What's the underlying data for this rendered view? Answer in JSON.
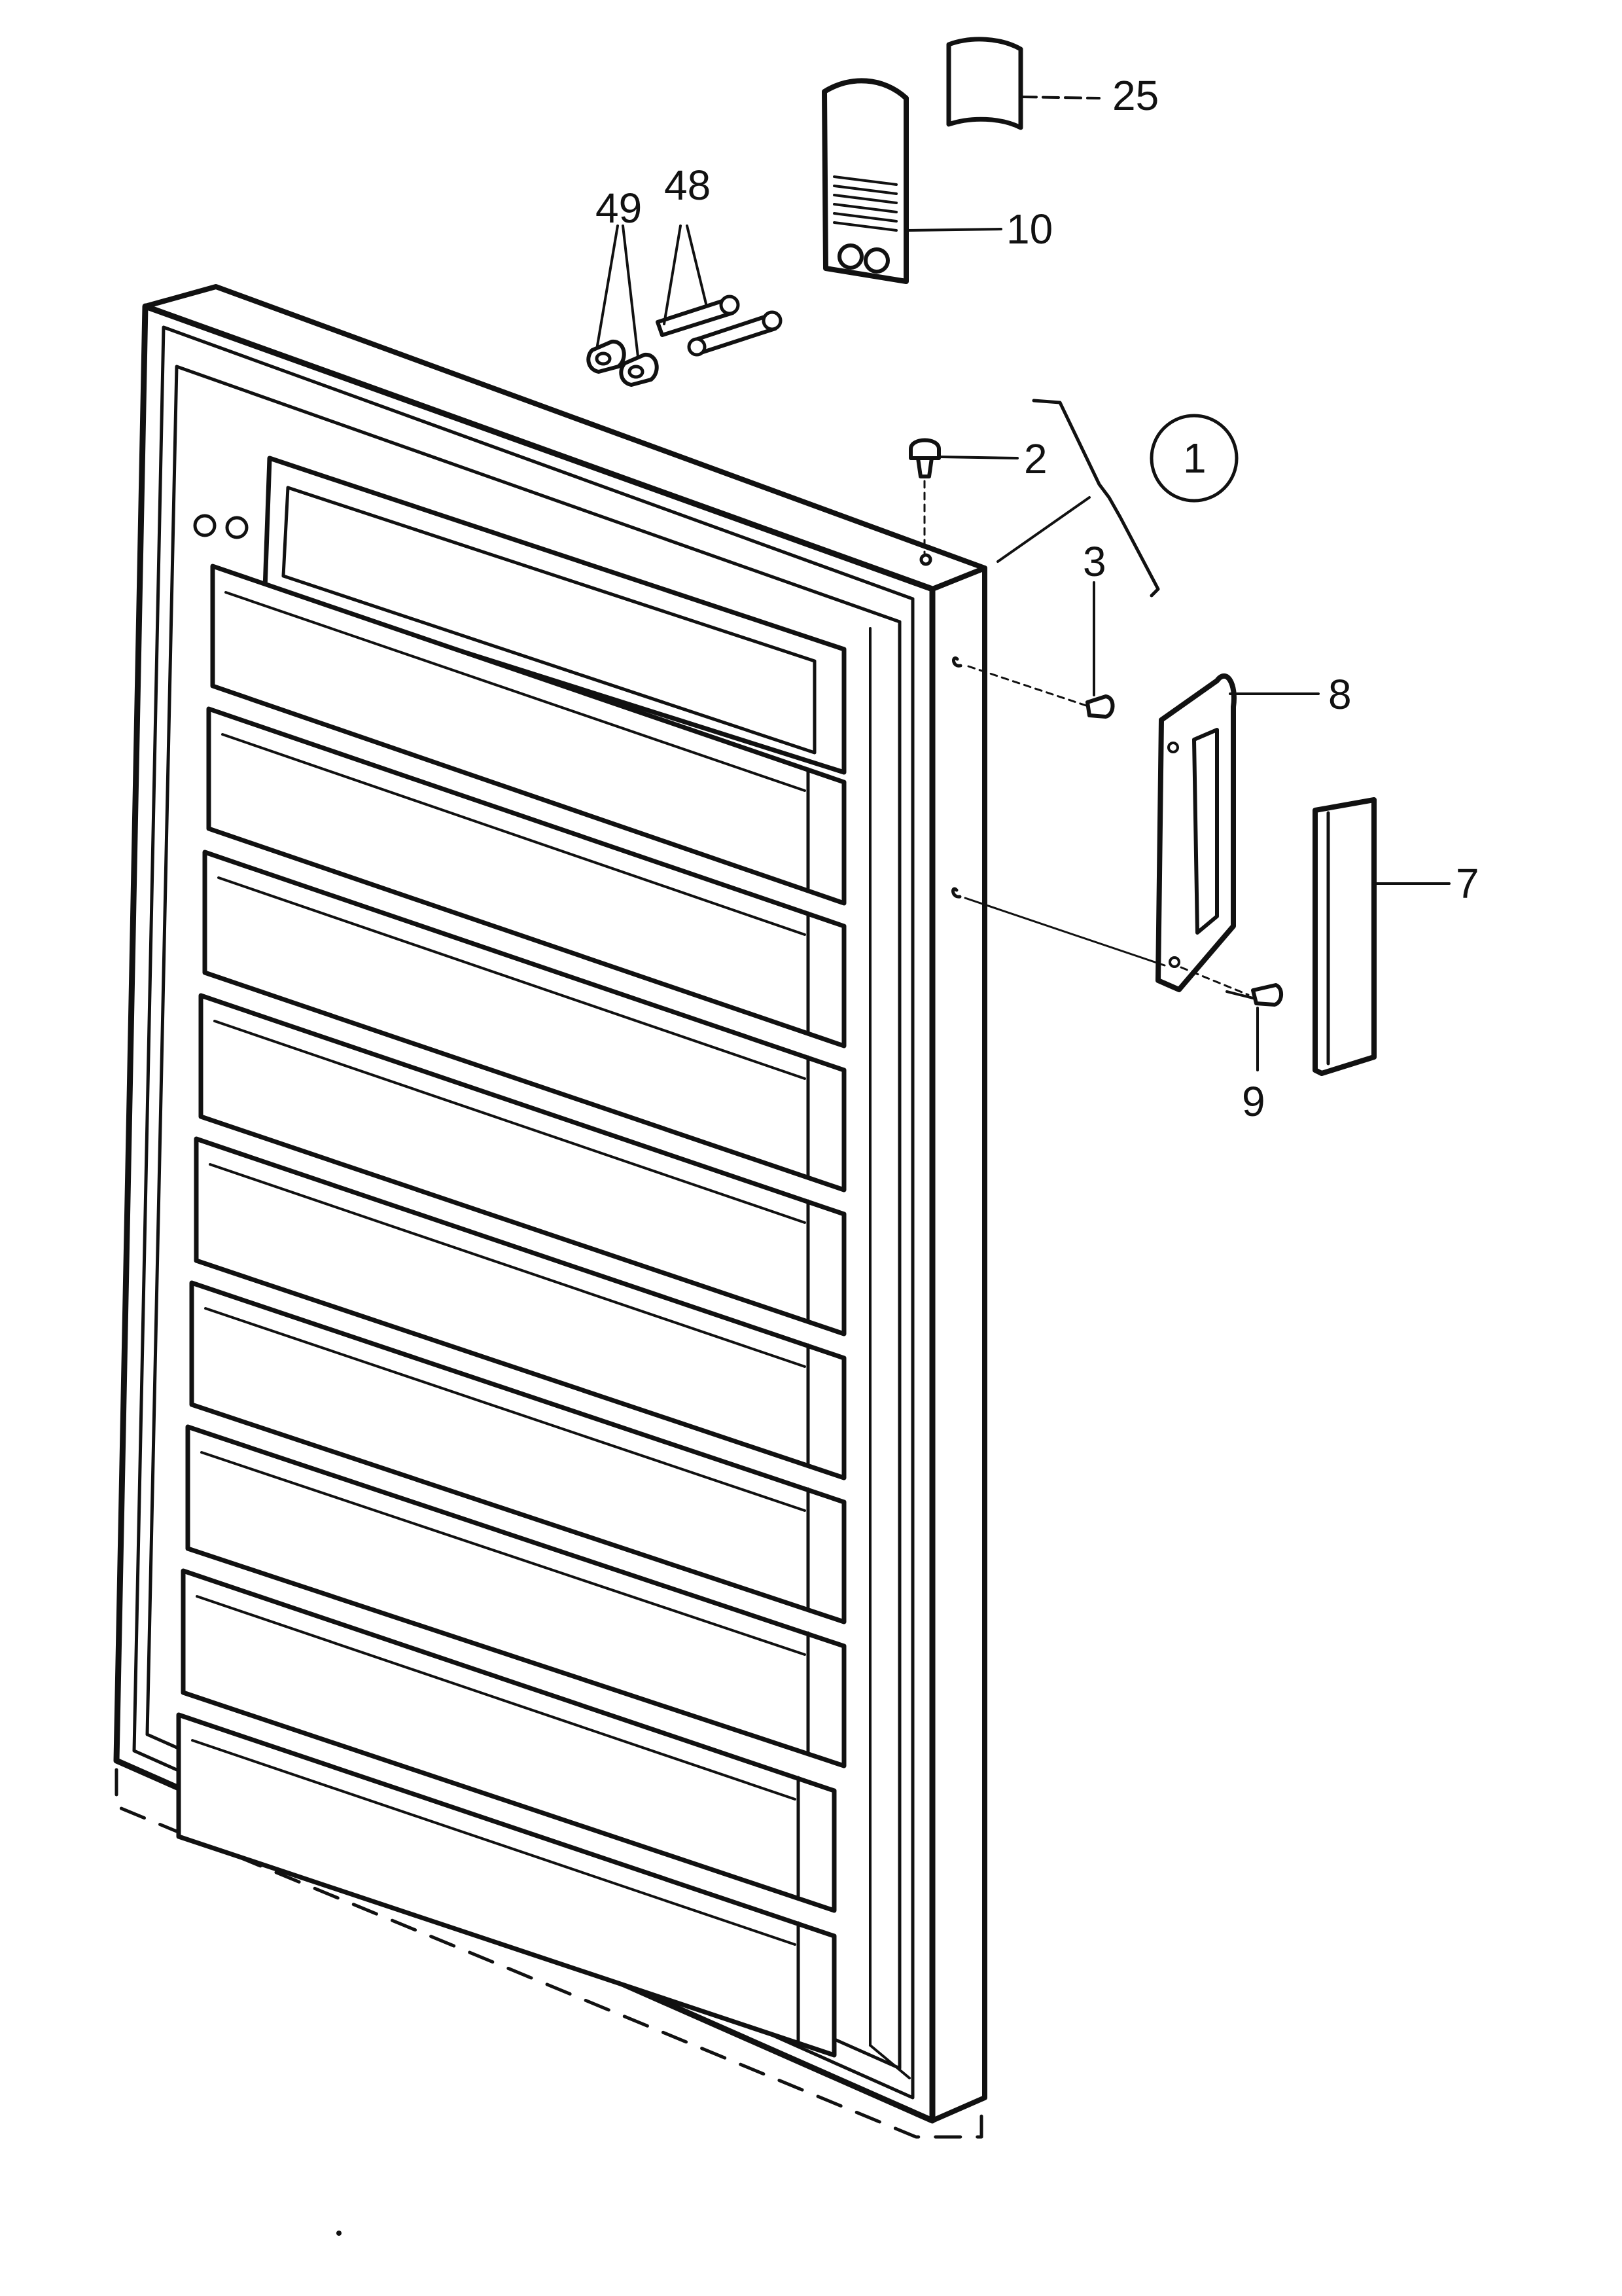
{
  "callouts": {
    "c25": "25",
    "c10": "10",
    "c48": "48",
    "c49": "49",
    "c2": "2",
    "c1": "1",
    "c3": "3",
    "c8": "8",
    "c7": "7",
    "c9": "9"
  }
}
